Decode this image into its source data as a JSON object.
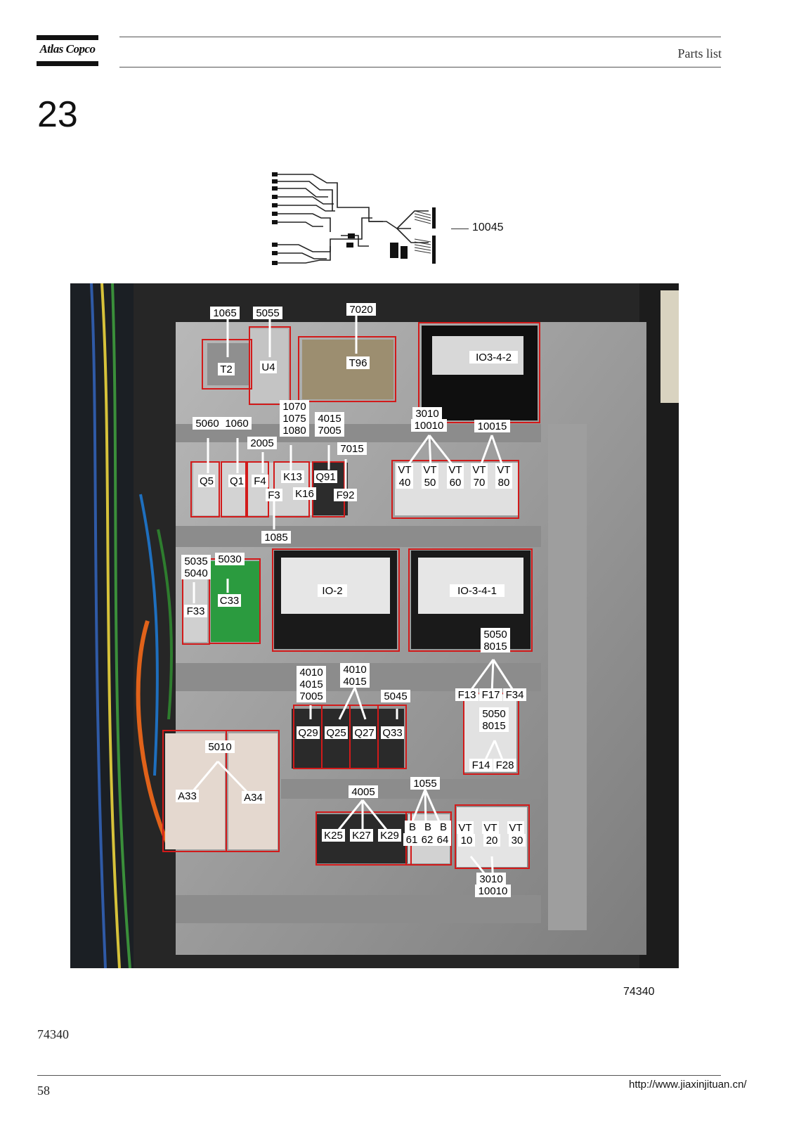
{
  "header": {
    "logo_text": "Atlas Copco",
    "title": "Parts list"
  },
  "section_number": "23",
  "harness_part": "10045",
  "callouts": [
    {
      "id": "c1065",
      "text": "1065"
    },
    {
      "id": "c5055",
      "text": "5055"
    },
    {
      "id": "c7020",
      "text": "7020"
    },
    {
      "id": "cT2",
      "text": "T2"
    },
    {
      "id": "cU4",
      "text": "U4"
    },
    {
      "id": "cT96",
      "text": "T96"
    },
    {
      "id": "cIO342",
      "text": "IO3-4-2"
    },
    {
      "id": "c1070",
      "text": "1070"
    },
    {
      "id": "c1075",
      "text": "1075"
    },
    {
      "id": "c1080",
      "text": "1080"
    },
    {
      "id": "c4015a",
      "text": "4015"
    },
    {
      "id": "c7005a",
      "text": "7005"
    },
    {
      "id": "c3010a",
      "text": "3010"
    },
    {
      "id": "c10010a",
      "text": "10010"
    },
    {
      "id": "c10015",
      "text": "10015"
    },
    {
      "id": "c5060",
      "text": "5060"
    },
    {
      "id": "c1060",
      "text": "1060"
    },
    {
      "id": "c2005",
      "text": "2005"
    },
    {
      "id": "c7015",
      "text": "7015"
    },
    {
      "id": "cQ5",
      "text": "Q5"
    },
    {
      "id": "cQ1",
      "text": "Q1"
    },
    {
      "id": "cF4",
      "text": "F4"
    },
    {
      "id": "cK13",
      "text": "K13"
    },
    {
      "id": "cQ91",
      "text": "Q91"
    },
    {
      "id": "cK16",
      "text": "K16"
    },
    {
      "id": "cF3",
      "text": "F3"
    },
    {
      "id": "cF92",
      "text": "F92"
    },
    {
      "id": "cVT40",
      "text": "VT"
    },
    {
      "id": "cVT40n",
      "text": "40"
    },
    {
      "id": "cVT50",
      "text": "VT"
    },
    {
      "id": "cVT50n",
      "text": "50"
    },
    {
      "id": "cVT60",
      "text": "VT"
    },
    {
      "id": "cVT60n",
      "text": "60"
    },
    {
      "id": "cVT70",
      "text": "VT"
    },
    {
      "id": "cVT70n",
      "text": "70"
    },
    {
      "id": "cVT80",
      "text": "VT"
    },
    {
      "id": "cVT80n",
      "text": "80"
    },
    {
      "id": "c1085",
      "text": "1085"
    },
    {
      "id": "c5035",
      "text": "5035"
    },
    {
      "id": "c5040",
      "text": "5040"
    },
    {
      "id": "c5030",
      "text": "5030"
    },
    {
      "id": "cC33",
      "text": "C33"
    },
    {
      "id": "cF33",
      "text": "F33"
    },
    {
      "id": "cIO2",
      "text": "IO-2"
    },
    {
      "id": "cIO341",
      "text": "IO-3-4-1"
    },
    {
      "id": "c5050a",
      "text": "5050"
    },
    {
      "id": "c8015a",
      "text": "8015"
    },
    {
      "id": "c4010a",
      "text": "4010"
    },
    {
      "id": "c4015b",
      "text": "4015"
    },
    {
      "id": "c7005b",
      "text": "7005"
    },
    {
      "id": "c4010b",
      "text": "4010"
    },
    {
      "id": "c4015c",
      "text": "4015"
    },
    {
      "id": "c5045",
      "text": "5045"
    },
    {
      "id": "cF13",
      "text": "F13"
    },
    {
      "id": "cF17",
      "text": "F17"
    },
    {
      "id": "cF34",
      "text": "F34"
    },
    {
      "id": "cQ29",
      "text": "Q29"
    },
    {
      "id": "cQ25",
      "text": "Q25"
    },
    {
      "id": "cQ27",
      "text": "Q27"
    },
    {
      "id": "cQ33",
      "text": "Q33"
    },
    {
      "id": "c5050b",
      "text": "5050"
    },
    {
      "id": "c8015b",
      "text": "8015"
    },
    {
      "id": "c5010",
      "text": "5010"
    },
    {
      "id": "cF14",
      "text": "F14"
    },
    {
      "id": "cF28",
      "text": "F28"
    },
    {
      "id": "c1055",
      "text": "1055"
    },
    {
      "id": "c4005",
      "text": "4005"
    },
    {
      "id": "cA33",
      "text": "A33"
    },
    {
      "id": "cA34",
      "text": "A34"
    },
    {
      "id": "cK25",
      "text": "K25"
    },
    {
      "id": "cK27",
      "text": "K27"
    },
    {
      "id": "cK29",
      "text": "K29"
    },
    {
      "id": "cB61",
      "text": "B"
    },
    {
      "id": "cB61n",
      "text": "61"
    },
    {
      "id": "cB62",
      "text": "B"
    },
    {
      "id": "cB62n",
      "text": "62"
    },
    {
      "id": "cB64",
      "text": "B"
    },
    {
      "id": "cB64n",
      "text": "64"
    },
    {
      "id": "cVT10",
      "text": "VT"
    },
    {
      "id": "cVT10n",
      "text": "10"
    },
    {
      "id": "cVT20",
      "text": "VT"
    },
    {
      "id": "cVT20n",
      "text": "20"
    },
    {
      "id": "cVT30",
      "text": "VT"
    },
    {
      "id": "cVT30n",
      "text": "30"
    },
    {
      "id": "c3010b",
      "text": "3010"
    },
    {
      "id": "c10010b",
      "text": "10010"
    }
  ],
  "photo_reference": "74340",
  "document_reference": "74340",
  "footer": {
    "page_number": "58",
    "url": "http://www.jiaxinjituan.cn/"
  },
  "colors": {
    "highlight": "#d21a1a",
    "cabinet": "#2a2a2a",
    "panel": "#9a9a9a"
  }
}
